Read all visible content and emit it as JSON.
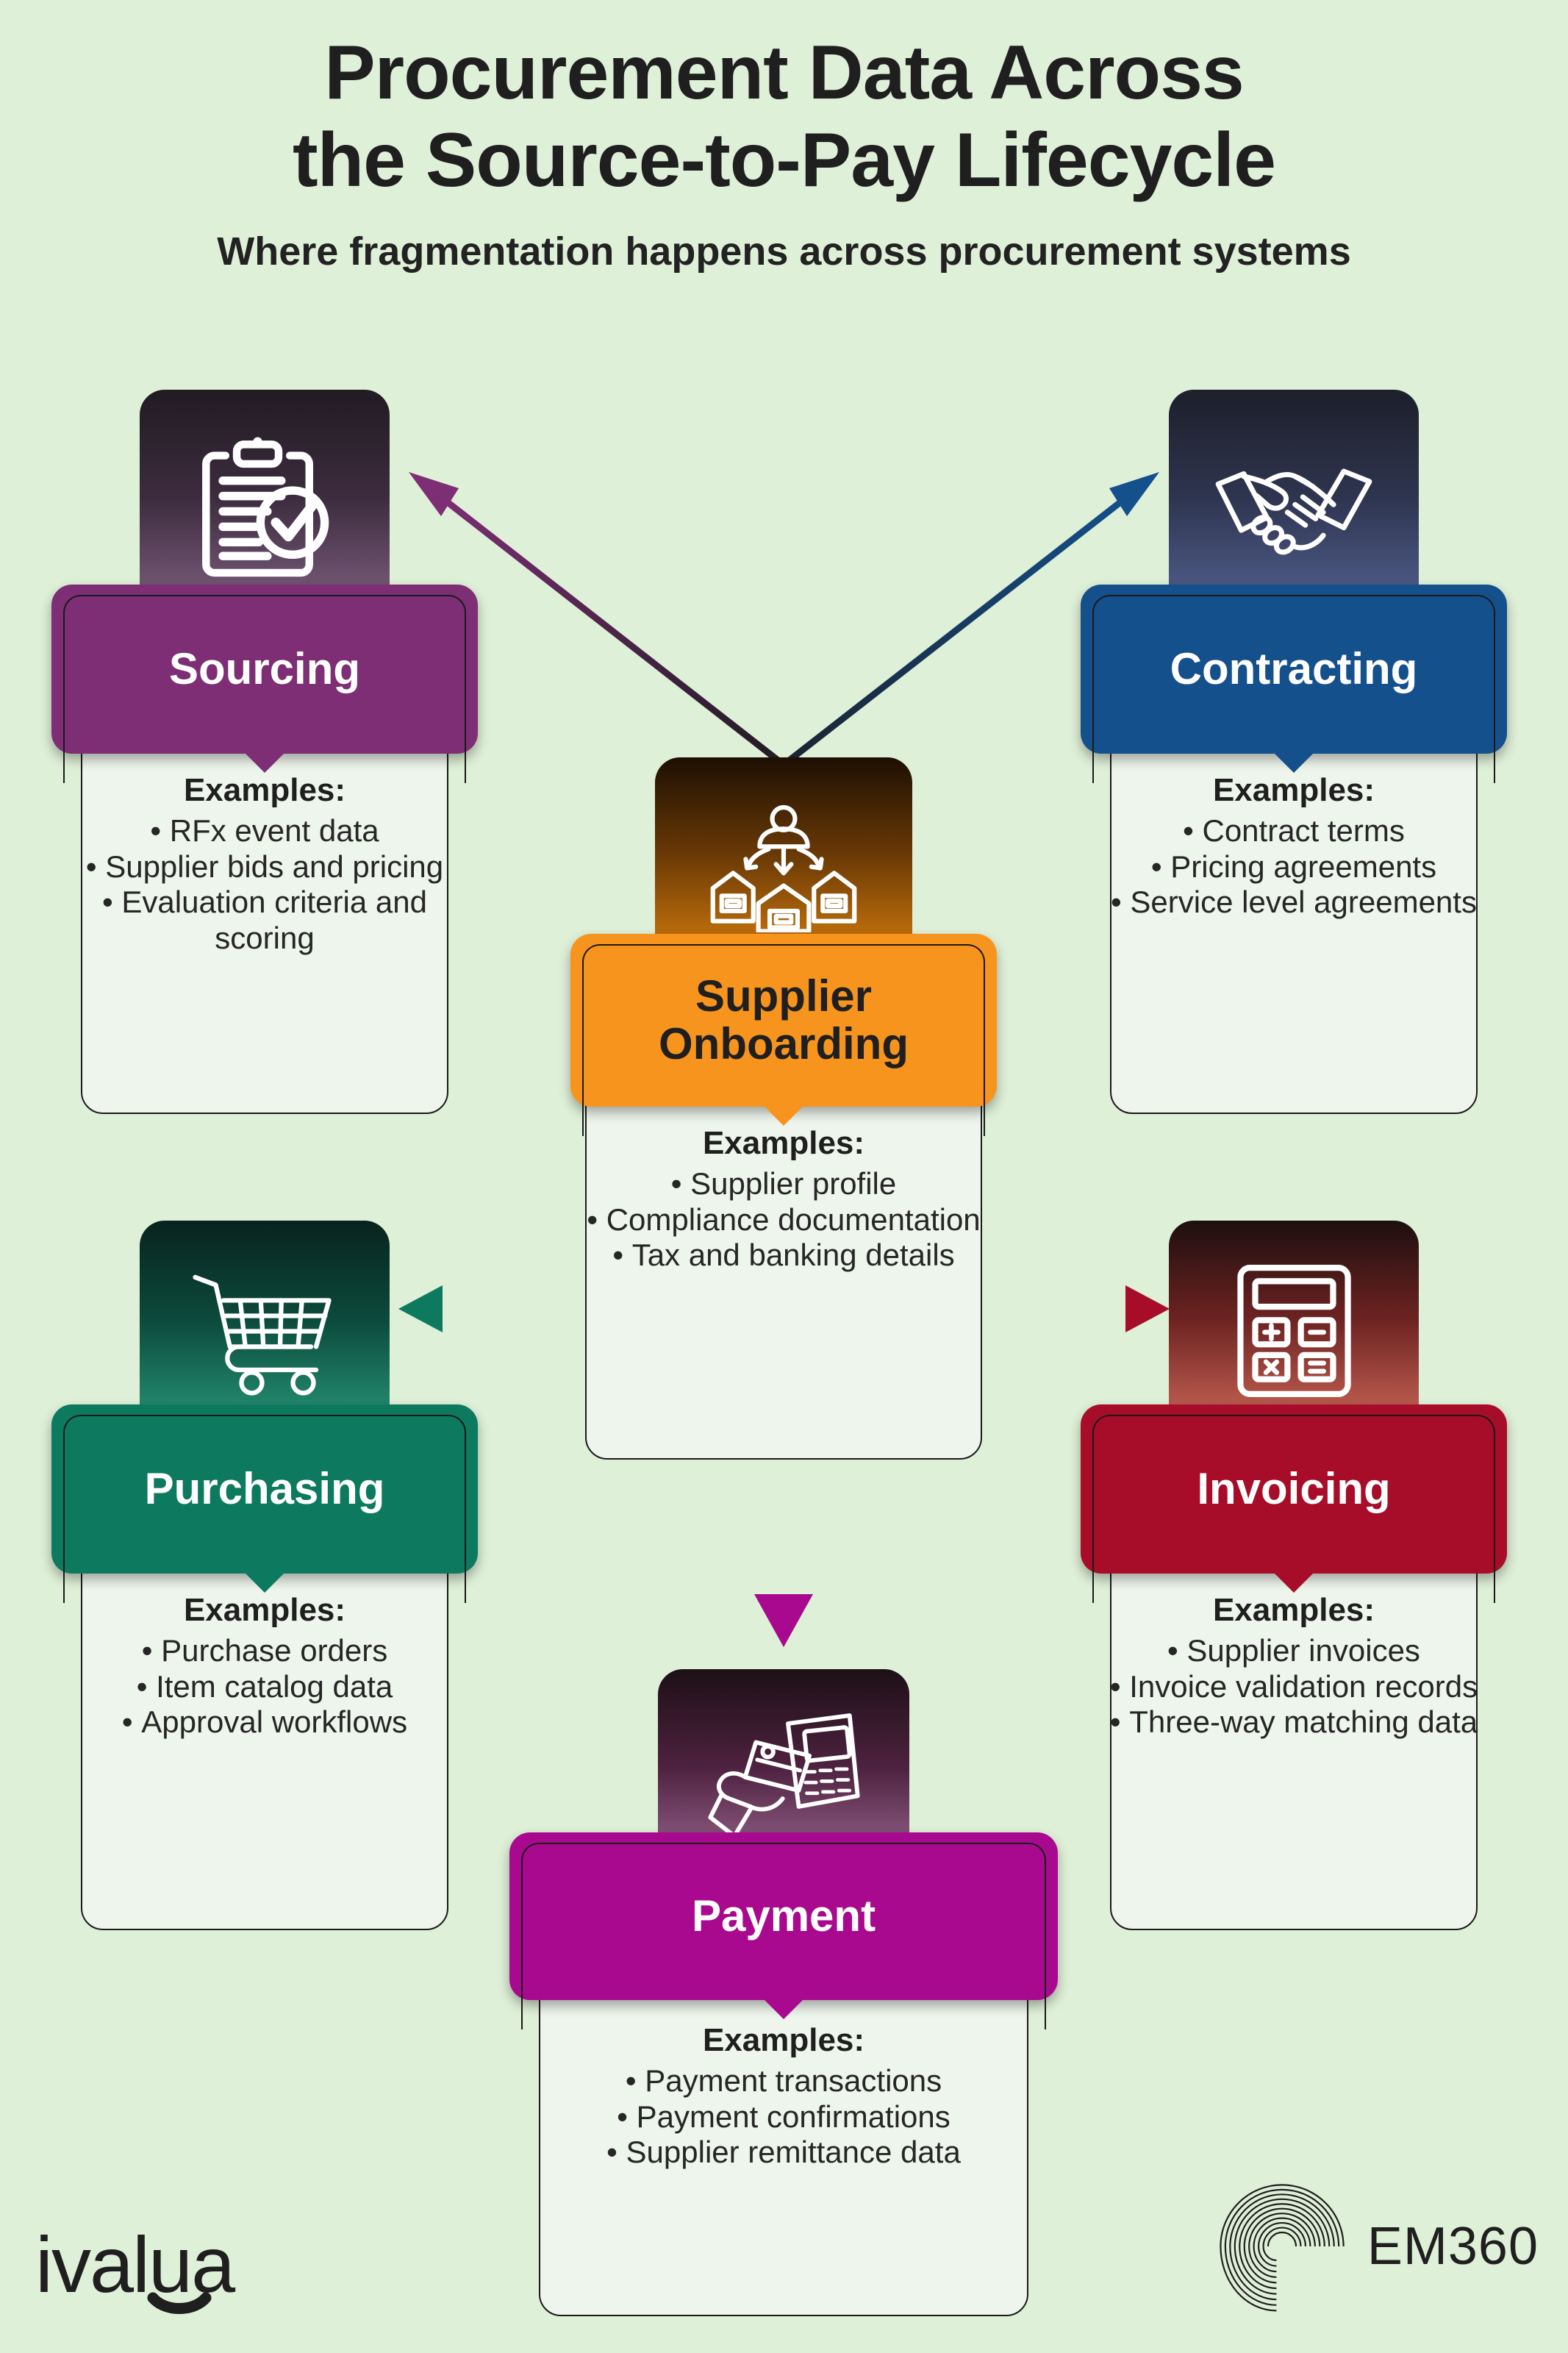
{
  "header": {
    "title_line1": "Procurement Data Across",
    "title_line2": "the Source-to-Pay Lifecycle",
    "subtitle": "Where fragmentation happens across procurement systems"
  },
  "examples_label": "Examples:",
  "colors": {
    "background": "#dff0d8",
    "card_body": "#eef5ec",
    "sourcing": "#7d2e74",
    "contracting": "#14508c",
    "supplier_onboarding": "#f7941e",
    "purchasing": "#0d7a5f",
    "invoicing": "#a70d28",
    "payment": "#a8098f",
    "text_dark": "#1f1f1f"
  },
  "nodes": [
    {
      "id": "sourcing",
      "title": "Sourcing",
      "icon": "clipboard-check-icon",
      "accent": "#7d2e74",
      "header_text_color": "light",
      "items": [
        "RFx event data",
        "Supplier bids and pricing",
        "Evaluation criteria and scoring"
      ]
    },
    {
      "id": "contracting",
      "title": "Contracting",
      "icon": "handshake-icon",
      "accent": "#14508c",
      "header_text_color": "light",
      "items": [
        "Contract terms",
        "Pricing agreements",
        "Service level agreements"
      ]
    },
    {
      "id": "supplier-onboarding",
      "title": "Supplier Onboarding",
      "icon": "supplier-network-icon",
      "accent": "#f7941e",
      "header_text_color": "dark",
      "items": [
        "Supplier profile",
        "Compliance documentation",
        "Tax and banking details"
      ]
    },
    {
      "id": "purchasing",
      "title": "Purchasing",
      "icon": "shopping-cart-icon",
      "accent": "#0d7a5f",
      "header_text_color": "light",
      "items": [
        "Purchase orders",
        "Item catalog data",
        "Approval workflows"
      ]
    },
    {
      "id": "invoicing",
      "title": "Invoicing",
      "icon": "calculator-icon",
      "accent": "#a70d28",
      "header_text_color": "light",
      "items": [
        "Supplier invoices",
        "Invoice validation records",
        "Three-way matching data"
      ]
    },
    {
      "id": "payment",
      "title": "Payment",
      "icon": "card-terminal-icon",
      "accent": "#a8098f",
      "header_text_color": "light",
      "items": [
        "Payment transactions",
        "Payment confirmations",
        "Supplier remittance data"
      ]
    }
  ],
  "connections": [
    {
      "from": "supplier-onboarding",
      "to": "sourcing",
      "color": "#7d2e74"
    },
    {
      "from": "supplier-onboarding",
      "to": "contracting",
      "color": "#14508c"
    },
    {
      "from": "supplier-onboarding",
      "to": "purchasing",
      "color": "#0d7a5f"
    },
    {
      "from": "supplier-onboarding",
      "to": "invoicing",
      "color": "#a70d28"
    },
    {
      "from": "supplier-onboarding",
      "to": "payment",
      "color": "#a8098f"
    }
  ],
  "footer": {
    "brand_left": "ivalua",
    "brand_right": "EM360"
  }
}
